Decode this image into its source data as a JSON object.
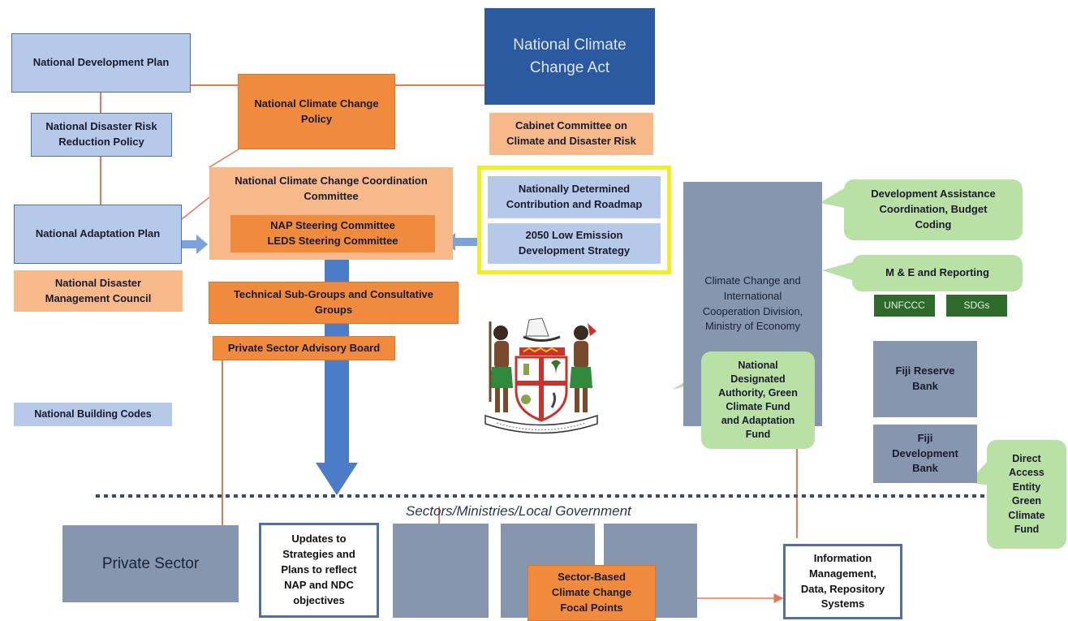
{
  "boxes": {
    "national_development_plan": "National Development Plan",
    "national_climate_change_act": "National Climate\nChange Act",
    "national_climate_change_policy": "National Climate Change\nPolicy",
    "cabinet_committee": "Cabinet Committee on\nClimate and Disaster Risk",
    "national_disaster_risk_reduction_policy": "National Disaster Risk\nReduction Policy",
    "national_climate_change_coordination_committee": "National Climate Change Coordination\nCommittee",
    "nap_leds_steering": "NAP Steering Committee\nLEDS Steering Committee",
    "nationally_determined_contribution": "Nationally Determined\nContribution and Roadmap",
    "low_emission_strategy": "2050 Low Emission\nDevelopment Strategy",
    "national_adaptation_plan": "National Adaptation Plan",
    "national_disaster_management_council": "National Disaster\nManagement Council",
    "technical_subgroups": "Technical Sub-Groups and Consultative\nGroups",
    "private_sector_advisory_board": "Private Sector Advisory Board",
    "national_building_codes": "National Building Codes",
    "climate_change_division": "Climate Change and\nInternational\nCooperation Division,\nMinistry of Economy",
    "development_assistance": "Development Assistance\nCoordination, Budget\nCoding",
    "m_and_e": "M & E and Reporting",
    "unfccc": "UNFCCC",
    "sdgs": "SDGs",
    "fiji_reserve_bank": "Fiji Reserve\nBank",
    "fiji_development_bank": "Fiji\nDevelopment\nBank",
    "national_designated_authority": "National\nDesignated\nAuthority, Green\nClimate Fund\nand Adaptation\nFund",
    "direct_access_entity": "Direct\nAccess\nEntity\nGreen\nClimate\nFund",
    "sectors_label": "Sectors/Ministries/Local Government",
    "private_sector": "Private Sector",
    "updates_to_strategies": "Updates to\nStrategies and\nPlans to reflect\nNAP and NDC\nobjectives",
    "sector_based_focal_points": "Sector-Based\nClimate Change\nFocal Points",
    "information_management": "Information\nManagement,\nData, Repository\nSystems"
  },
  "colors": {
    "blue_fill": "#b7c9e8",
    "orange": "#f08a3c",
    "peach": "#f7b98a",
    "dark_blue": "#2c5aa0",
    "slate": "#8596ae",
    "green": "#b9e0a5",
    "dark_green": "#2e6b2a",
    "arrow_blue": "#4a7cc7",
    "highlight_yellow": "#f2ee1f",
    "connector": "#e6775a"
  },
  "icons": {
    "coat_of_arms": "fiji-coat-of-arms-icon"
  }
}
